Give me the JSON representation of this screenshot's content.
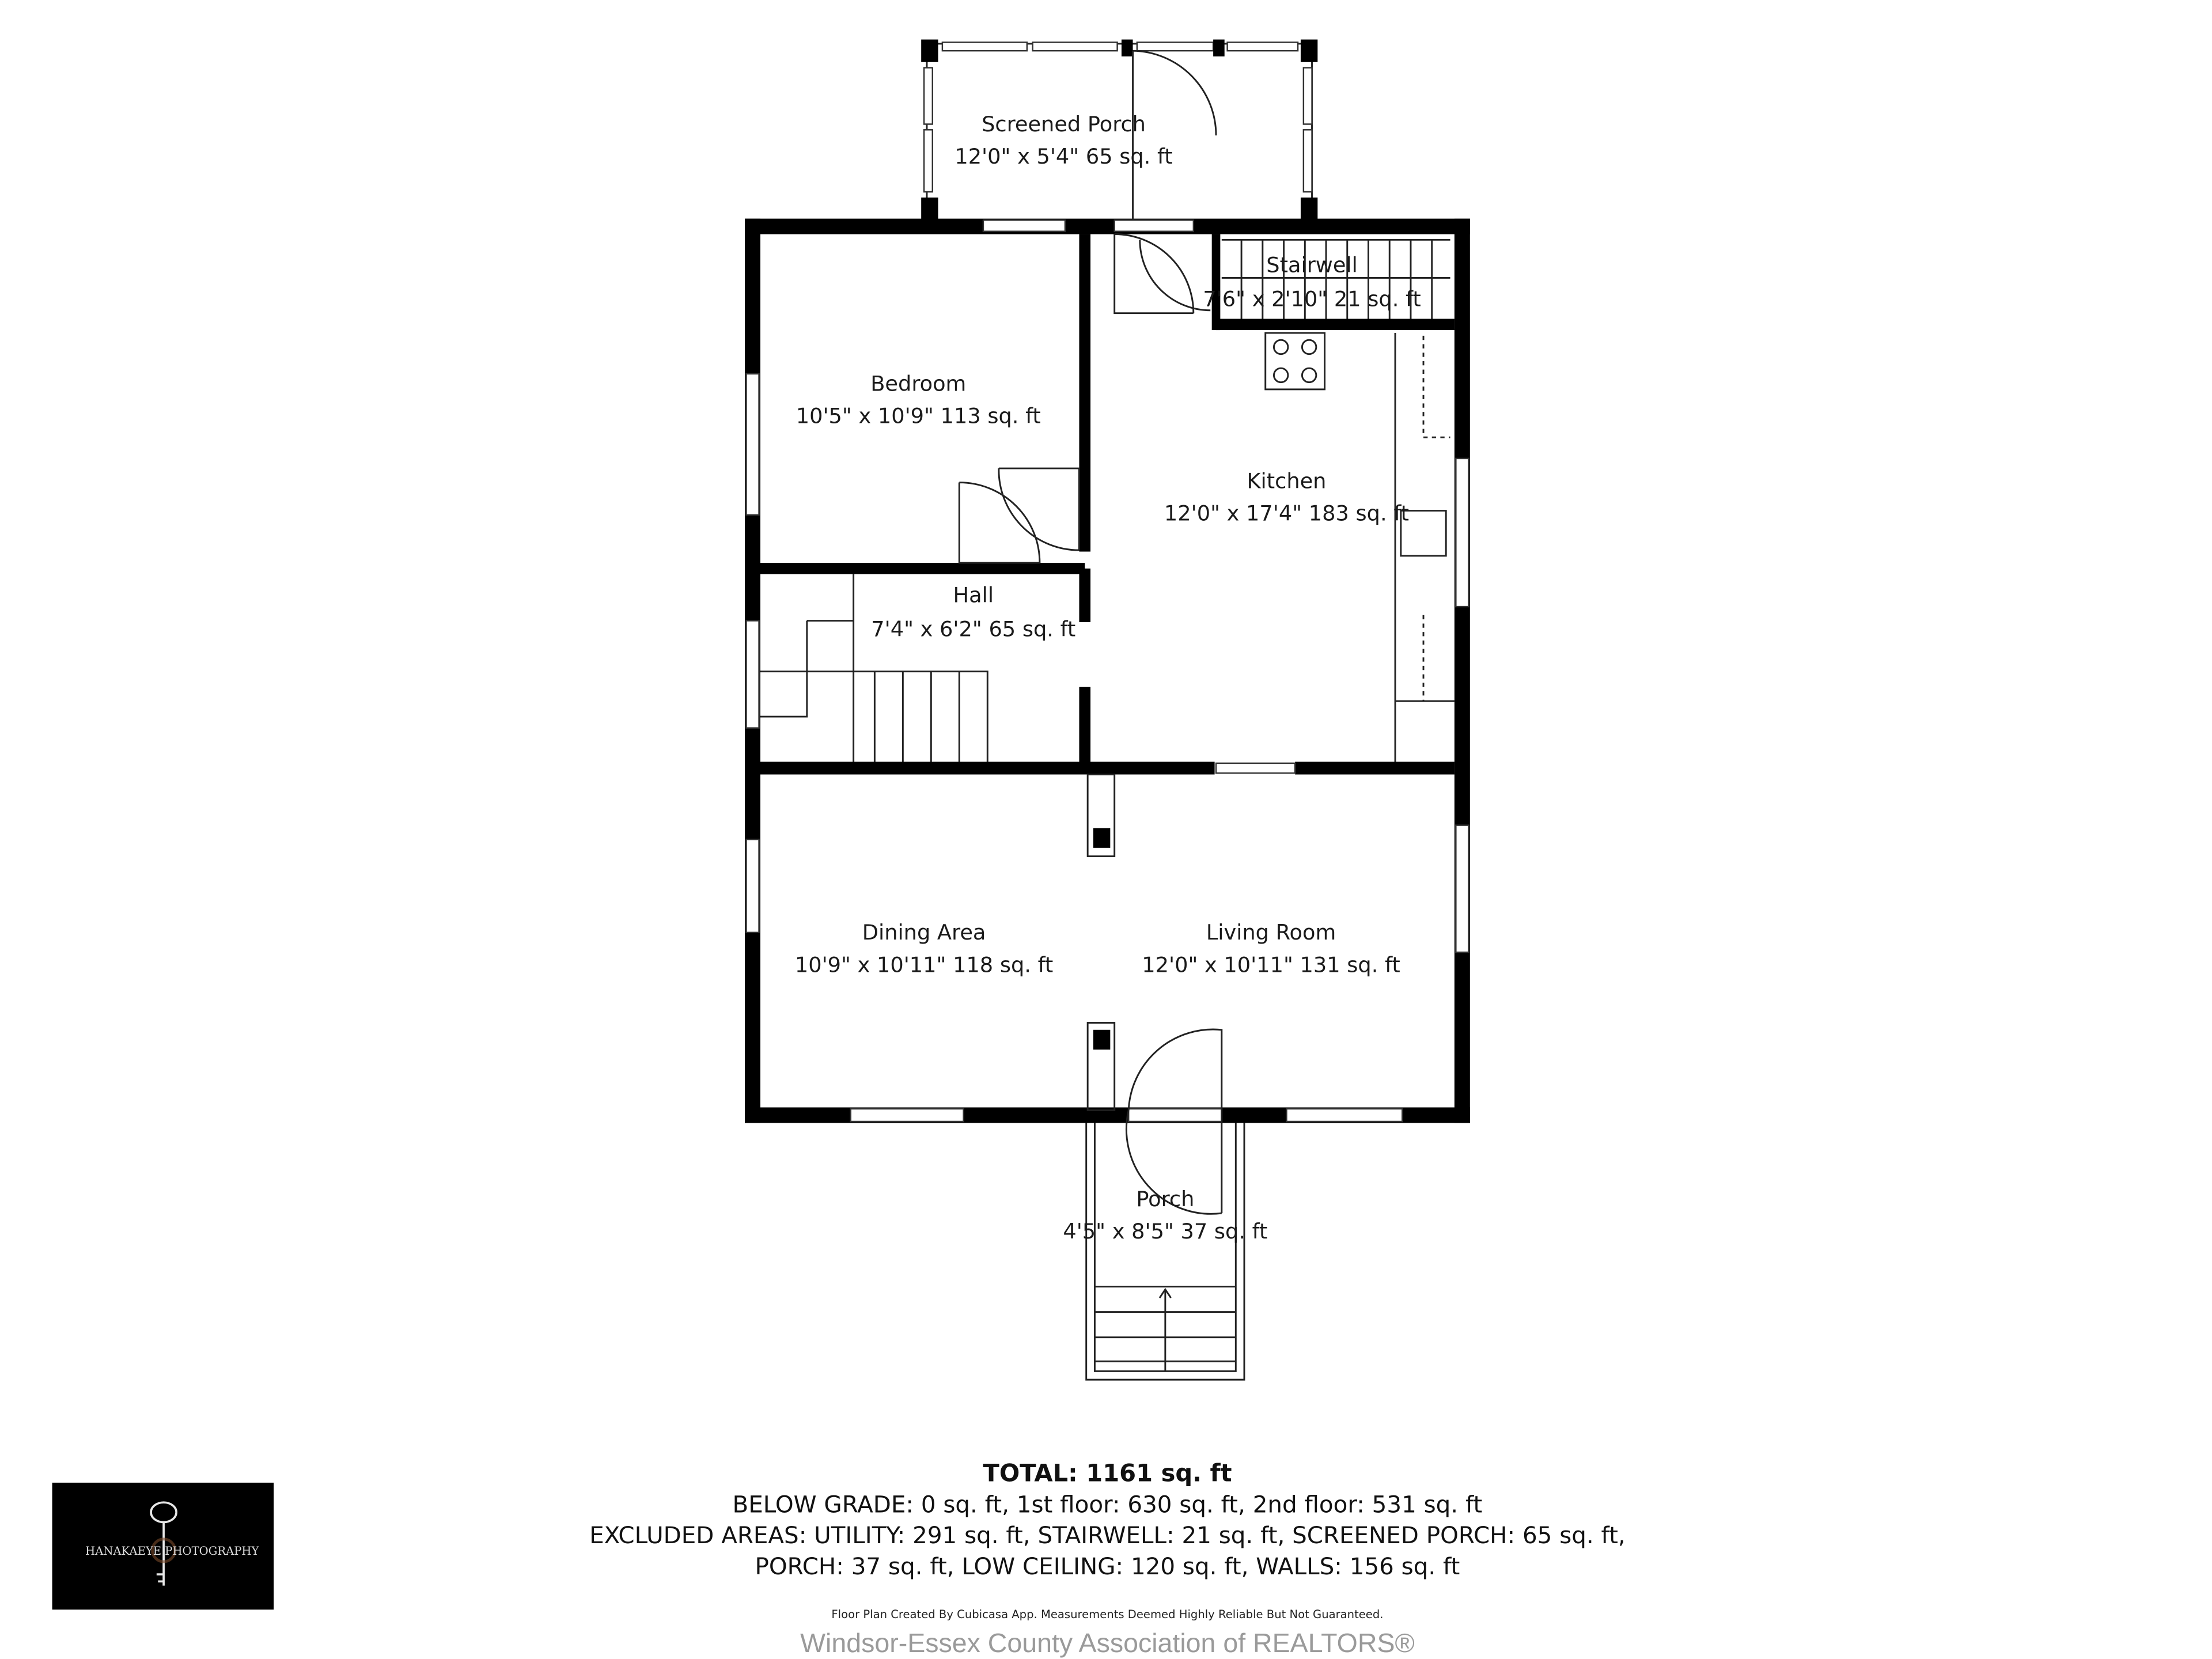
{
  "rooms": {
    "screened_porch": {
      "name": "Screened Porch",
      "dims": "12'0\" x 5'4\" 65 sq. ft"
    },
    "stairwell": {
      "name": "Stairwell",
      "dims": "7'6\" x 2'10\" 21 sq. ft"
    },
    "bedroom": {
      "name": "Bedroom",
      "dims": "10'5\" x 10'9\" 113 sq. ft"
    },
    "kitchen": {
      "name": "Kitchen",
      "dims": "12'0\" x 17'4\" 183 sq. ft"
    },
    "hall": {
      "name": "Hall",
      "dims": "7'4\" x 6'2\" 65 sq. ft"
    },
    "dining_area": {
      "name": "Dining Area",
      "dims": "10'9\" x 10'11\" 118 sq. ft"
    },
    "living_room": {
      "name": "Living Room",
      "dims": "12'0\" x 10'11\" 131 sq. ft"
    },
    "porch": {
      "name": "Porch",
      "dims": "4'5\" x 8'5\" 37 sq. ft"
    }
  },
  "summary": {
    "total": "TOTAL: 1161 sq. ft",
    "line1": "BELOW GRADE: 0 sq. ft, 1st floor: 630 sq. ft, 2nd floor: 531 sq. ft",
    "line2": "EXCLUDED AREAS: UTILITY: 291 sq. ft, STAIRWELL: 21 sq. ft, SCREENED PORCH: 65 sq. ft,",
    "line3": "PORCH: 37 sq. ft, LOW CEILING: 120 sq. ft, WALLS: 156 sq. ft",
    "disclaimer": "Floor Plan Created By Cubicasa App. Measurements Deemed Highly Reliable But Not Guaranteed."
  },
  "watermark": "Windsor-Essex County Association of REALTORS®",
  "logo": {
    "text": "HANAKAEYE PHOTOGRAPHY",
    "icon": "key-icon"
  },
  "colors": {
    "wall": "#000000",
    "watermark": "#9a9a9a"
  }
}
